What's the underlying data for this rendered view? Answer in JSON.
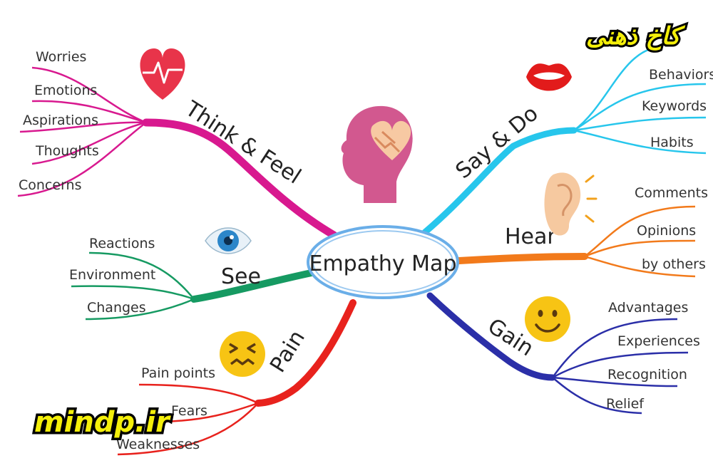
{
  "center": {
    "label": "Empathy Map"
  },
  "watermarks": {
    "top_right": "کاخ ذهنی",
    "bottom_left": "mindp.ir"
  },
  "colors": {
    "think": "#d8198f",
    "say": "#27c6ec",
    "hear": "#f27a1b",
    "see": "#169a62",
    "gain": "#2b2fa8",
    "pain": "#e8221d",
    "brand_text": "#f4ef0a"
  },
  "branches": {
    "think": {
      "label": "Think & Feel",
      "icon": "heart-icon",
      "items": [
        "Worries",
        "Emotions",
        "Aspirations",
        "Thoughts",
        "Concerns"
      ]
    },
    "say": {
      "label": "Say & Do",
      "icon": "mouth-icon",
      "items": [
        "Behaviors",
        "Keywords",
        "Habits"
      ]
    },
    "hear": {
      "label": "Hear",
      "icon": "ear-icon",
      "items": [
        "Comments",
        "Opinions",
        "by others"
      ]
    },
    "see": {
      "label": "See",
      "icon": "eye-icon",
      "items": [
        "Reactions",
        "Environment",
        "Changes"
      ]
    },
    "gain": {
      "label": "Gain",
      "icon": "smiley-icon",
      "items": [
        "Advantages",
        "Experiences",
        "Recognition",
        "Relief"
      ]
    },
    "pain": {
      "label": "Pain",
      "icon": "angry-face-icon",
      "items": [
        "Pain points",
        "Fears",
        "Weaknesses"
      ]
    }
  },
  "center_icon": "head-handshake-icon"
}
